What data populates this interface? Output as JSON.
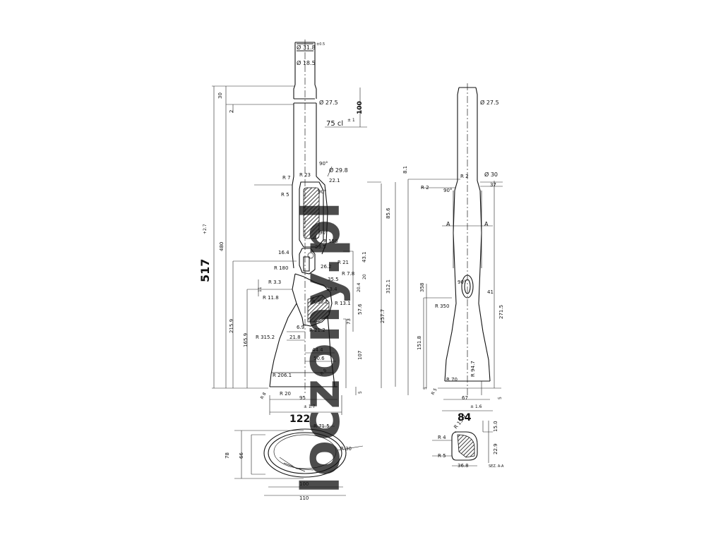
{
  "watermark": "loczony.pl",
  "front_view": {
    "total_height": "517",
    "total_tol": "+2.7",
    "height_480": "480",
    "height_30": "30",
    "height_2": "2",
    "height_215_9": "215.9",
    "height_165_9": "165.9",
    "height_11": "11",
    "height_85_6": "85.6",
    "height_312_1": "312.1",
    "height_43_1": "43.1",
    "height_20_4": "20.4",
    "height_20": "20",
    "height_57_6": "57.6",
    "height_257_7": "257.7",
    "height_73": "73",
    "height_107": "107",
    "height_100": "100",
    "height_5": "5",
    "diam_31_8": "Ø 31.8",
    "diam_tol": "±0.5",
    "diam_18_5": "Ø 18.5",
    "diam_27_5": "Ø 27.5",
    "diam_29_8": "Ø 29.8",
    "volume": "75 cl",
    "volume_tol": "± 1",
    "angle_90a": "90°",
    "angle_90b": "90°",
    "angle_90c": "90°",
    "r7": "R 7",
    "r23": "R 23",
    "r5": "R 5",
    "r150": "R 150",
    "r180": "R 180",
    "r3_3": "R 3.3",
    "r11_8": "R 11.8",
    "r21": "R 21",
    "r7_8": "R 7.8",
    "r30_2": "R 30.2",
    "r13_1": "R 13.1",
    "r21_2": "R 21.2",
    "r315_2": "R 315.2",
    "r206_1": "R 206.1",
    "r8": "R 8",
    "r20": "R 20",
    "r8b": "R 8",
    "w22_1": "22.1",
    "w23_5": "23.5",
    "w16_4": "16.4",
    "w26_2": "26.2",
    "w35_5": "35.5",
    "w33_4": "33.4",
    "w6_9": "6.9",
    "w21_8": "21.8",
    "w44_4": "44.4",
    "w50_6": "50.6",
    "w95": "95",
    "w122": "122",
    "w122_tol": "± 1.7"
  },
  "side_view": {
    "diam_27_5": "Ø 27.5",
    "diam_30": "Ø 30",
    "h8_1": "8.1",
    "r2": "R 2",
    "r2b": "R 2",
    "h37": "37",
    "angle_90": "90°",
    "angle_90b": "90°",
    "sec_a1": "A",
    "sec_a2": "A",
    "h358": "358",
    "h41": "41",
    "r350": "R 350",
    "h271_5": "271.5",
    "h151_8": "151.8",
    "r94_7": "R 94.7",
    "r70": "R 70",
    "r5": "R 5",
    "w67": "67",
    "h5a": "5",
    "h5b": "5",
    "w84": "84",
    "w84_tol": "± 1.6"
  },
  "bottom_view": {
    "r71_5": "R 71.5",
    "r30": "R 30",
    "h78": "78",
    "h66": "66",
    "w100": "100",
    "w110": "110"
  },
  "section_view": {
    "r15_9": "R 15.9",
    "r4": "R 4",
    "r5": "R 5",
    "h15_0": "15.0",
    "h22_9": "22.9",
    "w36_8": "36.8",
    "label": "SEZ. A-A"
  }
}
